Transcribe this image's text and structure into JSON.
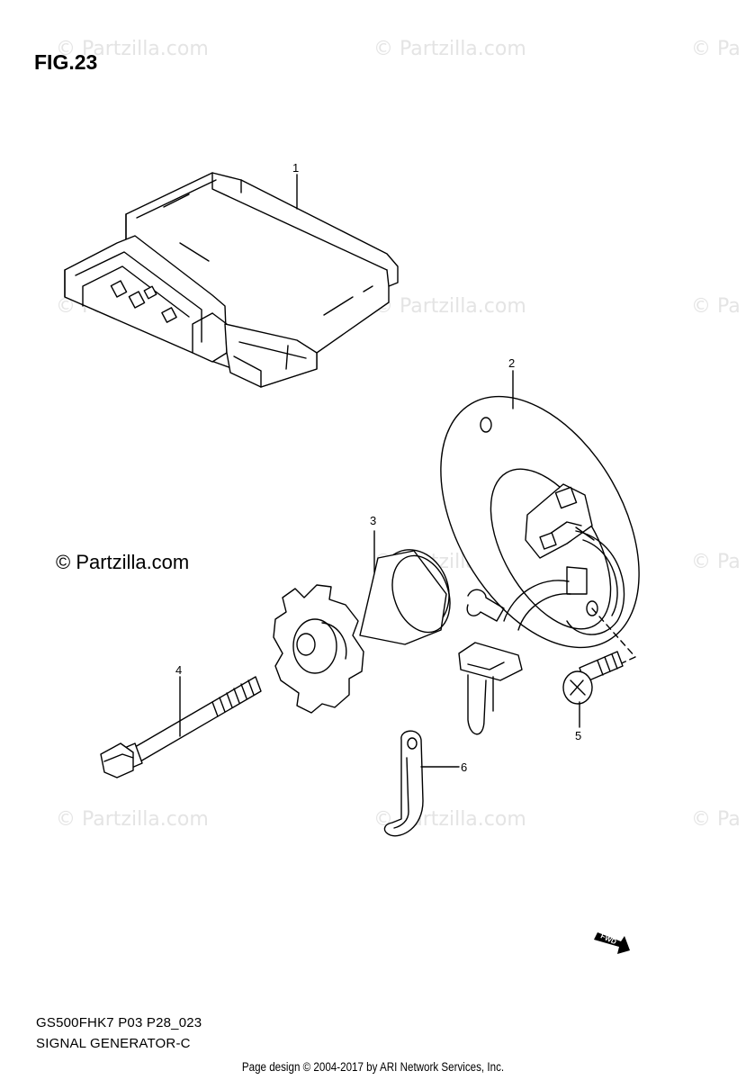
{
  "figure": {
    "title": "FIG.23",
    "code": "GS500FHK7 P03 P28_023",
    "subtitle": "SIGNAL GENERATOR-C"
  },
  "watermark": {
    "text": "© Partzilla.com",
    "partial": "© Pa"
  },
  "copyright_main": "© Partzilla.com",
  "footer": "Page design © 2004-2017 by ARI Network Services, Inc.",
  "callouts": [
    "1",
    "2",
    "3",
    "4",
    "5",
    "6"
  ],
  "fwd_label": "FWD"
}
